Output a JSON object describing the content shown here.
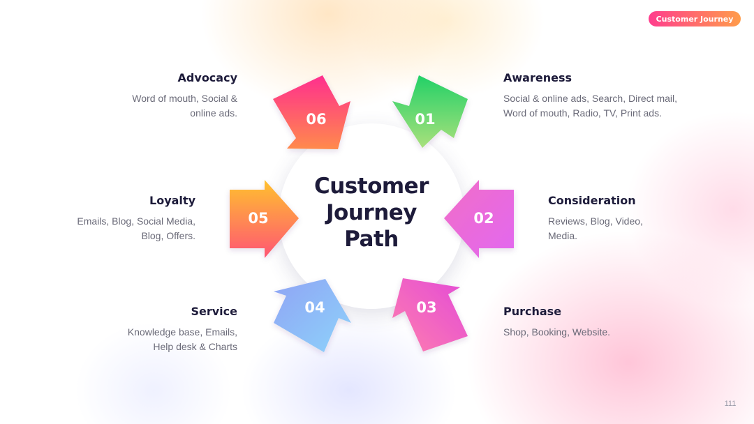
{
  "badge": {
    "label": "Customer Journey"
  },
  "center": {
    "line1": "Customer",
    "line2": "Journey",
    "line3": "Path"
  },
  "stages": [
    {
      "number": "01",
      "title": "Awareness",
      "description": "Social & online ads, Search, Direct mail, Word of mouth, Radio, TV, Print ads.",
      "colors": [
        "#22d167",
        "#a9e07c"
      ]
    },
    {
      "number": "02",
      "title": "Consideration",
      "description": "Reviews, Blog, Video, Media.",
      "colors": [
        "#f16ec7",
        "#e268f0"
      ]
    },
    {
      "number": "03",
      "title": "Purchase",
      "description": "Shop, Booking, Website.",
      "colors": [
        "#e34ad7",
        "#ff7fae"
      ]
    },
    {
      "number": "04",
      "title": "Service",
      "description": "Knowledge base, Emails, Help desk & Charts",
      "colors": [
        "#8fa4f4",
        "#8ed3fb"
      ]
    },
    {
      "number": "05",
      "title": "Loyalty",
      "description": "Emails, Blog, Social Media, Blog, Offers.",
      "colors": [
        "#ffc12e",
        "#ff5574"
      ]
    },
    {
      "number": "06",
      "title": "Advocacy",
      "description": "Word of mouth, Social & online ads.",
      "colors": [
        "#ff2f8e",
        "#ff8a4c"
      ]
    }
  ],
  "page_number": "111"
}
